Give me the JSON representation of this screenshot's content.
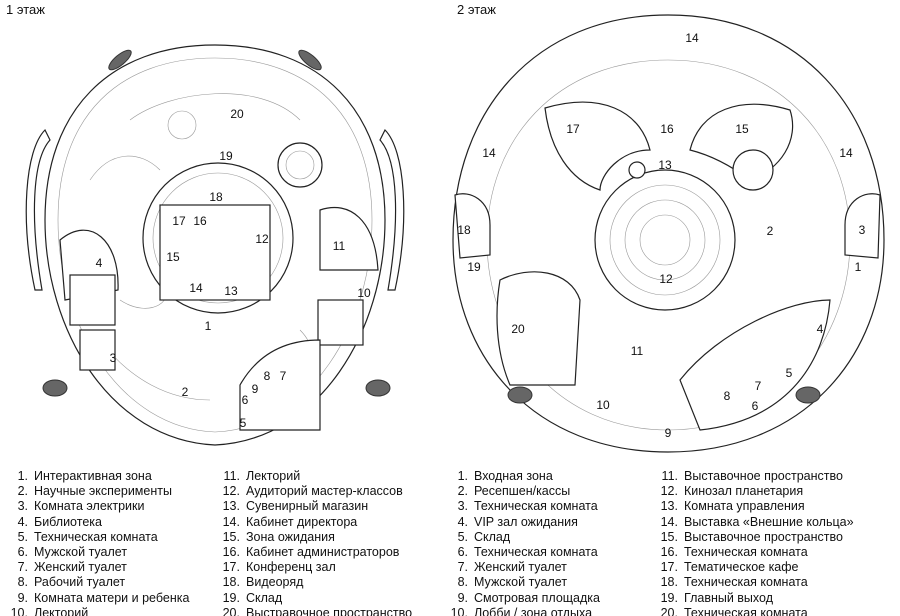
{
  "floor1": {
    "title": "1 этаж",
    "labels": [
      "20",
      "19",
      "18",
      "17",
      "16",
      "15",
      "12",
      "11",
      "14",
      "13",
      "10",
      "4",
      "3",
      "1",
      "2",
      "9",
      "8",
      "7",
      "6",
      "5"
    ],
    "legend": [
      "Интерактивная зона",
      "Научные эксперименты",
      "Комната электрики",
      "Библиотека",
      "Техническая комната",
      "Мужской туалет",
      "Женский туалет",
      "Рабочий туалет",
      "Комната матери и ребенка",
      "Лекторий",
      "Лекторий",
      "Аудиторий мастер-классов",
      "Сувенирный магазин",
      "Кабинет директора",
      "Зона ожидания",
      "Кабинет администраторов",
      "Конференц зал",
      "Видеоряд",
      "Склад",
      "Выстравочное пространство"
    ]
  },
  "floor2": {
    "title": "2 этаж",
    "labels": [
      "14",
      "17",
      "16",
      "15",
      "14",
      "14",
      "13",
      "18",
      "3",
      "2",
      "19",
      "1",
      "12",
      "20",
      "4",
      "11",
      "5",
      "7",
      "8",
      "6",
      "9",
      "10"
    ],
    "legend": [
      "Входная зона",
      "Ресепшен/кассы",
      "Техническая комната",
      "VIP зал ожидания",
      "Склад",
      "Техническая комната",
      "Женский туалет",
      "Мужской туалет",
      "Смотровая площадка",
      "Лобби / зона отдыха",
      "Выставочное пространство",
      "Кинозал планетария",
      "Комната управления",
      "Выставка «Внешние кольца»",
      "Выставочное пространство",
      "Техническая комната",
      "Тематическое кафе",
      "Техническая комната",
      "Главный выход",
      "Техническая комната"
    ]
  }
}
